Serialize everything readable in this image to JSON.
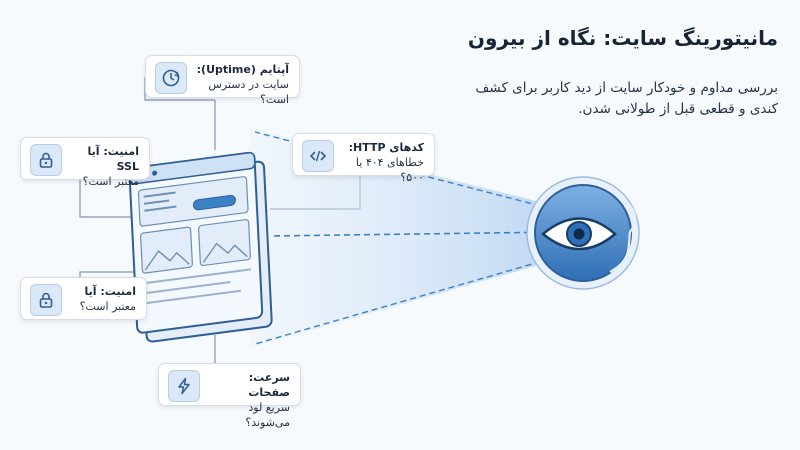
{
  "header": {
    "title": "مانیتورینگ سایت: نگاه از بیرون",
    "subtitle": "بررسی مداوم و خودکار سایت از دید کاربر برای کشف کندی و قطعی قبل از طولانی شدن."
  },
  "cards": {
    "uptime": {
      "head": "آپتایم (Uptime):",
      "body": "سایت در دسترس است؟",
      "icon": "clock-icon"
    },
    "ssl": {
      "head": "امنیت: آیا SSL",
      "body": "معتبر است؟",
      "icon": "lock-icon"
    },
    "http": {
      "head": "کدهای HTTP:",
      "body": "خطاهای ۴۰۴ یا ۵۰۰؟",
      "icon": "code-icon"
    },
    "security": {
      "head": "امنیت: آیا",
      "body": "معتبر است؟",
      "icon": "lock-icon"
    },
    "speed": {
      "head": "سرعت: صفحات",
      "body": "سریع لود می‌شوند؟",
      "icon": "lightning-icon"
    }
  },
  "colors": {
    "accent": "#3b82c4",
    "line": "#7f97b3",
    "icon_bg": "#dbe8f7",
    "beam": "#cfe2f6"
  }
}
